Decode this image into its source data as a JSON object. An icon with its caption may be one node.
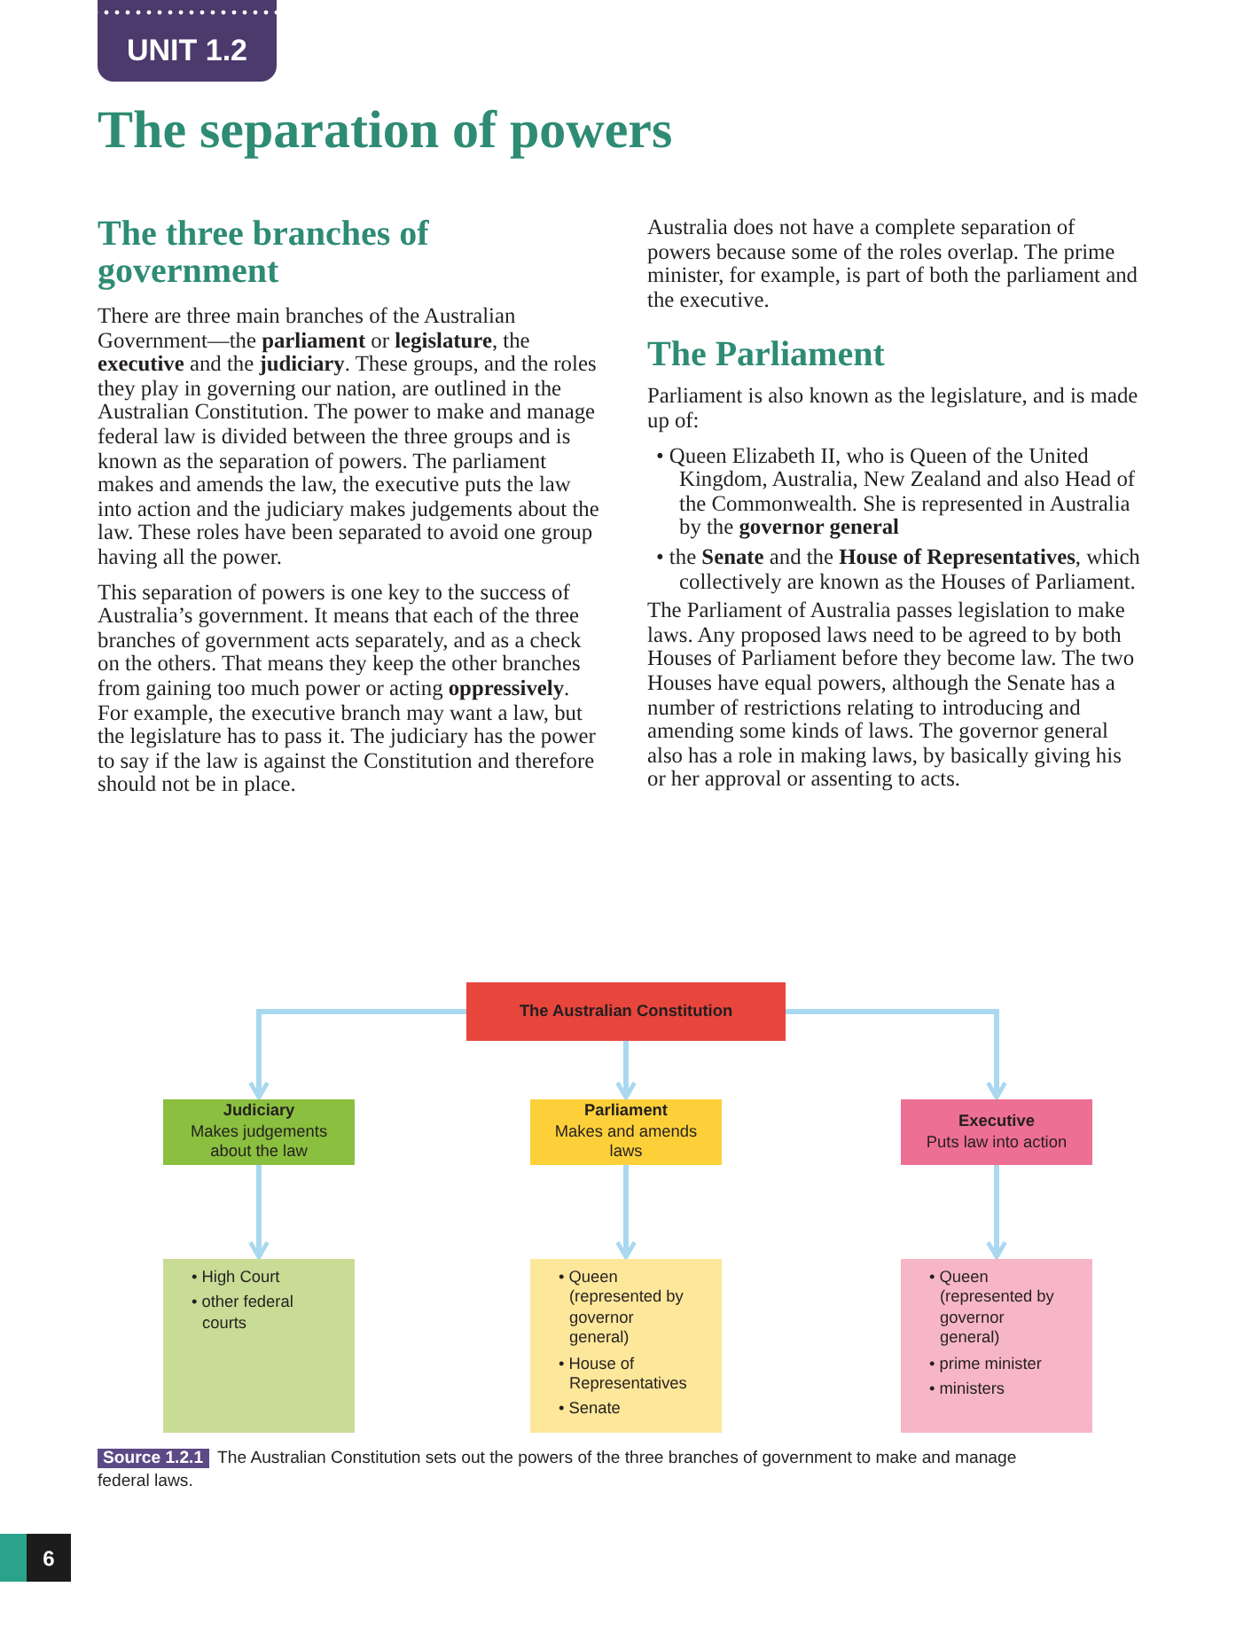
{
  "diagram": {
    "title": "The separation of powers",
    "caption": "The Australian Constitution sets out the powers of the three branches of government to make and manage federal laws.",
    "nodes": [
      {
        "text": [
          "The Australian Constitution"
        ]
      },
      {
        "text": [
          "Judiciary",
          "Makes judgements about the law"
        ]
      },
      {
        "text": [
          "Parliament",
          "Makes and amends laws"
        ]
      },
      {
        "text": [
          "Executive",
          "Puts law into action"
        ]
      },
      {
        "text": [
          "• High Court",
          "• other federal courts"
        ]
      },
      {
        "text": [
          "• Queen (represented by governor general)",
          "• House of Representatives",
          "• Senate"
        ]
      },
      {
        "text": [
          "• Queen (represented by governor general)",
          "• prime minister",
          "• ministers"
        ]
      }
    ],
    "edges": [
      {
        "from": 0,
        "to": 1,
        "arrow": "to"
      },
      {
        "from": 0,
        "to": 2,
        "arrow": "to"
      },
      {
        "from": 0,
        "to": 3,
        "arrow": "to"
      },
      {
        "from": 1,
        "to": 4,
        "arrow": "to"
      },
      {
        "from": 2,
        "to": 5,
        "arrow": "to"
      },
      {
        "from": 3,
        "to": 6,
        "arrow": "to"
      }
    ],
    "labels": [
      "UNIT 1.2",
      "The three branches of government",
      "There are three main branches of the Australian Government—the **parliament** or **legislature**, the **executive** and the **judiciary**. These groups, and the roles they play in governing our nation, are outlined in the Australian Constitution. The power to make and manage federal law is divided between the three groups and is known as the separation of powers. The parliament makes and amends the law, the executive puts the law into action and the judiciary makes judgements about the law. These roles have been separated to avoid one group having all the power.",
      "This separation of powers is one key to the success of Australia’s government. It means that each of the three branches of government acts separately, and as a check on the others. That means they keep the other branches from gaining too much power or acting **oppressively**. For example, the executive branch may want a law, but the legislature has to pass it. The judiciary has the power to say if the law is against the Constitution and therefore should not be in place.",
      "Australia does not have a complete separation of powers because some of the roles overlap. The prime minister, for example, is part of both the parliament and the executive.",
      "The Parliament",
      "Parliament is also known as the legislature, and is made up of:",
      "• Queen Elizabeth II, who is Queen of the United Kingdom, Australia, New Zealand and also Head of the Commonwealth. She is represented in Australia by the **governor general**",
      "• the **Senate** and the **House of Representatives**, which collectively are known as the Houses of Parliament.",
      "The Parliament of Australia passes legislation to make laws. Any proposed laws need to be agreed to by both Houses of Parliament before they become law. The two Houses have equal powers, although the Senate has a number of restrictions relating to introducing and amending some kinds of laws. The governor general also has a role in making laws, by basically giving his or her approval or assenting to acts.",
      "Source 1.2.1",
      "6"
    ]
  }
}
